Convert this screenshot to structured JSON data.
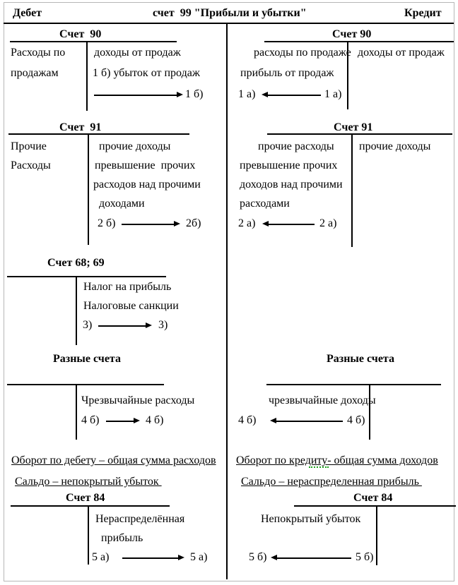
{
  "header": {
    "debit_label": "Дебет",
    "account_title": "счет  99 \"Прибыли и убытки\"",
    "credit_label": "Кредит"
  },
  "debit_side": {
    "acc90": {
      "title": "Счет  90",
      "debit": [
        "Расходы по",
        "продажам"
      ],
      "credit": [
        "доходы от продаж",
        "1 б) убыток от продаж"
      ],
      "arrow": {
        "left": "",
        "right": "1 б)",
        "direction": "right"
      }
    },
    "acc91": {
      "title": "Счет  91",
      "debit": [
        "Прочие",
        "Расходы"
      ],
      "credit": [
        "прочие доходы",
        "превышение  прочих",
        "расходов над прочими",
        "доходами"
      ],
      "arrow": {
        "left": "2 б)",
        "right": "2б)",
        "direction": "right"
      }
    },
    "acc6869": {
      "title": "Счет 68; 69",
      "credit": [
        "Налог на прибыль",
        "Налоговые санкции"
      ],
      "arrow": {
        "left": "3)",
        "right": "3)",
        "direction": "right"
      }
    },
    "misc_heading": "Разные счета",
    "acc_misc": {
      "credit": [
        "Чрезвычайные расходы"
      ],
      "arrow": {
        "left": "4 б)",
        "right": "4 б)",
        "direction": "right"
      }
    },
    "turnover": "Оборот по дебету – общая сумма расходов",
    "saldo": "Сальдо – непокрытый убыток ",
    "acc84": {
      "title": "Счет 84",
      "credit": [
        "Нераспределённая",
        "прибыль"
      ],
      "arrow": {
        "left": "5 а)",
        "right": "5 а)",
        "direction": "right"
      }
    }
  },
  "credit_side": {
    "acc90": {
      "title": "Счет 90",
      "debit": [
        "расходы по продаже",
        "прибыль от продаж"
      ],
      "credit": [
        "доходы от продаж"
      ],
      "arrow": {
        "left": "1 а)",
        "right": "1 а)",
        "direction": "left"
      }
    },
    "acc91": {
      "title": "Счет 91",
      "debit": [
        "прочие расходы",
        "превышение прочих",
        "доходов над прочими",
        "расходами"
      ],
      "credit": [
        "прочие доходы"
      ],
      "arrow": {
        "left": "2 а)",
        "right": "2 а)",
        "direction": "left"
      }
    },
    "misc_heading": "Разные счета",
    "acc_misc": {
      "debit": [
        "чрезвычайные доходы"
      ],
      "arrow": {
        "left": "4 б)",
        "right": "4 б)",
        "direction": "left"
      }
    },
    "turnover_parts": [
      "Оборот по ",
      "кредиту-",
      " общая сумма доходов"
    ],
    "saldo": "Сальдо – нераспределенная прибыль ",
    "acc84": {
      "title": "Счет 84",
      "debit": [
        "Непокрытый убыток"
      ],
      "arrow": {
        "left": "5 б)",
        "right": "5 б)",
        "direction": "left"
      }
    }
  },
  "colors": {
    "ink": "#000000",
    "frame": "#b7b7b7",
    "spellcheck_green": "#1ca01c"
  }
}
